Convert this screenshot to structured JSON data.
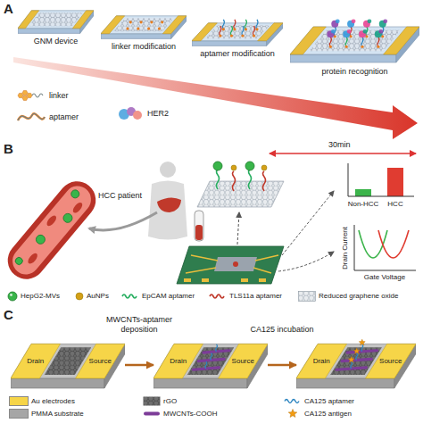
{
  "diagram": {
    "nodes": [
      {
        "text": [
          "GNM device"
        ]
      },
      {
        "text": [
          "linker modification"
        ]
      },
      {
        "text": [
          "aptamer modification"
        ]
      },
      {
        "text": [
          "protein recognition"
        ]
      },
      {
        "text": [
          "Non-HCC",
          "HCC"
        ]
      },
      {
        "text": [
          "Drain Current",
          "Gate Voltage"
        ]
      },
      {
        "text": [
          "Drain",
          "Source"
        ]
      },
      {
        "text": [
          "Drain",
          "Source"
        ]
      },
      {
        "text": [
          "Drain",
          "Source"
        ]
      }
    ],
    "edges": [
      {
        "from": 6,
        "to": 7,
        "label": "MWCNTs-aptamer deposition",
        "arrow": "to"
      },
      {
        "from": 7,
        "to": 8,
        "label": "CA125 incubation",
        "arrow": "to"
      }
    ],
    "labels": [
      "A",
      "B",
      "HCC patient",
      "30min",
      "C"
    ],
    "legend": [
      {
        "text": "linker"
      },
      {
        "text": "aptamer"
      },
      {
        "text": "HER2"
      },
      {
        "text": "HepG2-MVs"
      },
      {
        "text": "AuNPs"
      },
      {
        "text": "EpCAM aptamer"
      },
      {
        "text": "TLS11a aptamer"
      },
      {
        "text": "Reduced graphene oxide"
      },
      {
        "text": "Au electrodes",
        "color": "#f6d548"
      },
      {
        "text": "PMMA substrate",
        "color": "#a6a6a6"
      },
      {
        "text": "rGO"
      },
      {
        "text": "MWCNTs-COOH"
      },
      {
        "text": "CA125 aptamer"
      },
      {
        "text": "CA125 antigen"
      }
    ]
  }
}
